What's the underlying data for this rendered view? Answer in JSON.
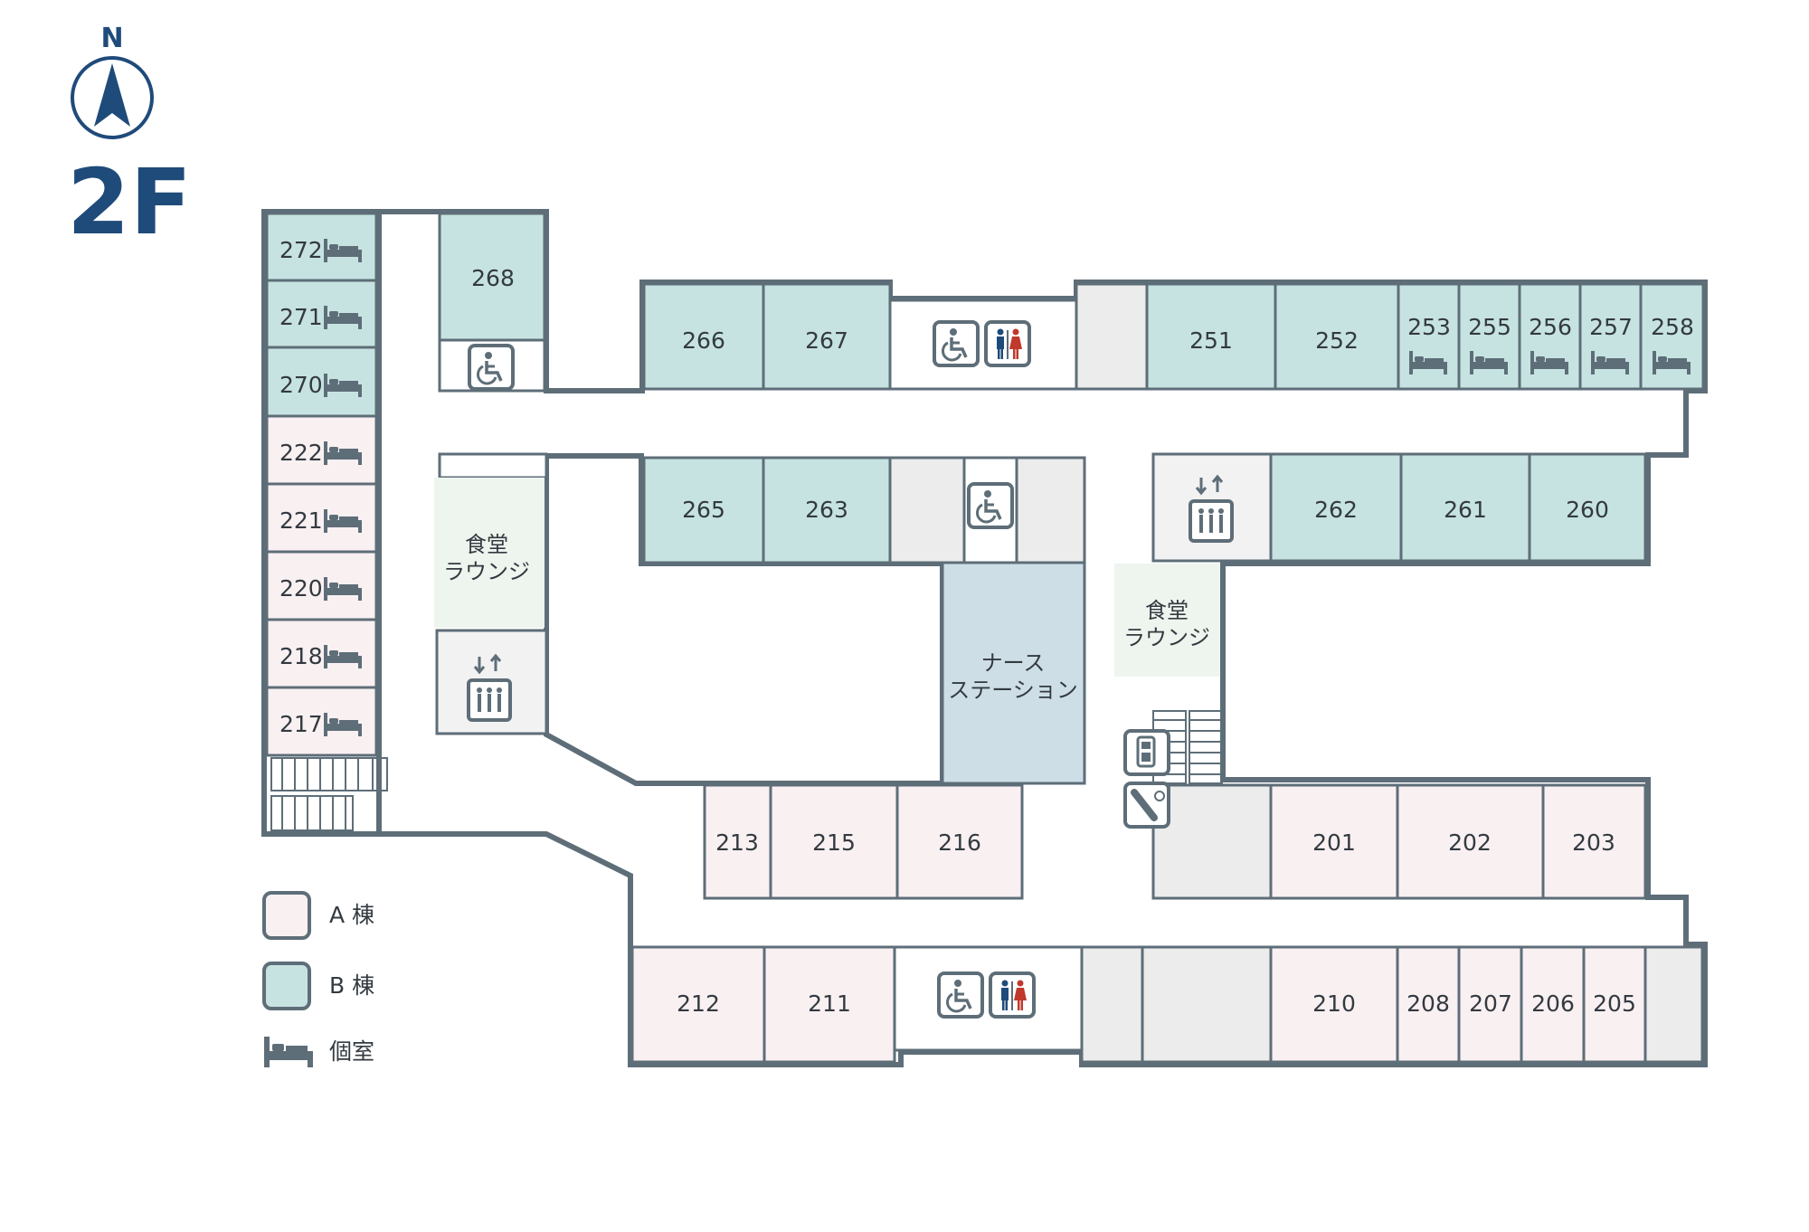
{
  "floor": "2F",
  "north": "N",
  "colors": {
    "a_wing": "#f9f0f2",
    "b_wing": "#c6e3e1",
    "nurse_station": "#cddee6",
    "lounge": "#eef5ee",
    "utility": "#ececec",
    "wall": "#5e6e78",
    "icon": "#5e6e78",
    "accent": "#1f4b7a",
    "female": "#c0392b"
  },
  "rooms": {
    "r272": "272",
    "r271": "271",
    "r270": "270",
    "r222": "222",
    "r221": "221",
    "r220": "220",
    "r218": "218",
    "r217": "217",
    "r268": "268",
    "r266": "266",
    "r267": "267",
    "r251": "251",
    "r252": "252",
    "r253": "253",
    "r255": "255",
    "r256": "256",
    "r257": "257",
    "r258": "258",
    "r265": "265",
    "r263": "263",
    "r262": "262",
    "r261": "261",
    "r260": "260",
    "r213": "213",
    "r215": "215",
    "r216": "216",
    "r201": "201",
    "r202": "202",
    "r203": "203",
    "r212": "212",
    "r211": "211",
    "r210": "210",
    "r208": "208",
    "r207": "207",
    "r206": "206",
    "r205": "205"
  },
  "areas": {
    "lounge_left_line1": "食堂",
    "lounge_left_line2": "ラウンジ",
    "lounge_right_line1": "食堂",
    "lounge_right_line2": "ラウンジ",
    "nurse_line1": "ナース",
    "nurse_line2": "ステーション"
  },
  "legend": {
    "a_wing": "A 棟",
    "b_wing": "B 棟",
    "private_room": "個室"
  },
  "icons": [
    "north-arrow-icon",
    "bed-icon",
    "wheelchair-icon",
    "restroom-icon",
    "elevator-icon",
    "payphone-icon",
    "ic-card-phone-icon"
  ]
}
